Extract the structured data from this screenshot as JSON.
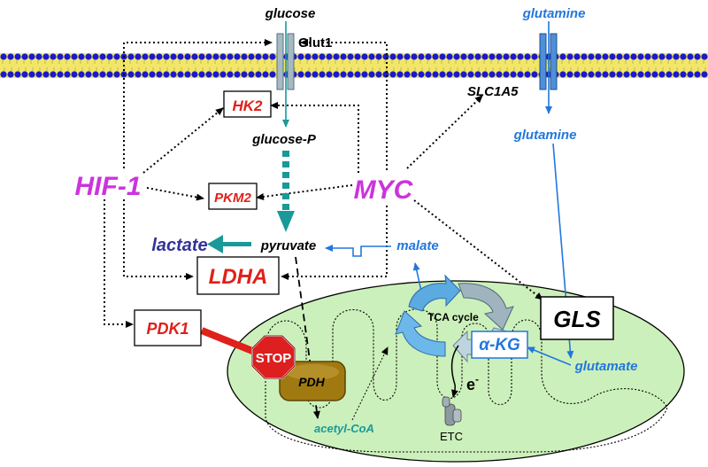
{
  "labels": {
    "glucose": "glucose",
    "glut1": "Glut1",
    "glutamine_top": "glutamine",
    "slc1a5": "SLC1A5",
    "glutamine_inner": "glutamine",
    "hk2": "HK2",
    "glucose_p": "glucose-P",
    "hif1": "HIF-1",
    "myc": "MYC",
    "pkm2": "PKM2",
    "lactate": "lactate",
    "pyruvate": "pyruvate",
    "malate": "malate",
    "ldha": "LDHA",
    "pdk1": "PDK1",
    "stop": "STOP",
    "tca": "TCA cycle",
    "gls": "GLS",
    "akg": "α-KG",
    "glutamate": "glutamate",
    "pdh": "PDH",
    "electron": "e",
    "electron_sup": "-",
    "acetyl_coa": "acetyl-CoA",
    "etc": "ETC"
  },
  "colors": {
    "membrane_blue": "#1a1acc",
    "membrane_yellow": "#f2e66a",
    "teal": "#199999",
    "red": "#e0201a",
    "magenta": "#cc33dd",
    "blue": "#2277dd",
    "navy": "#333399",
    "mito_fill": "#ccf0bb",
    "stop_red": "#dd1f1f",
    "pdh_gold": "#a07a10"
  }
}
